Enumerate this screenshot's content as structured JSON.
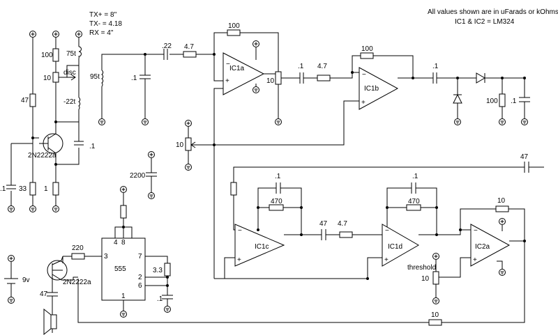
{
  "notes": {
    "tx_plus": "TX+ = 8\"",
    "tx_minus": "TX- = 4.18",
    "rx": "RX = 4\"",
    "units": "All values shown are in uFarads or kOhms",
    "ic_types": "IC1 & IC2 = LM324"
  },
  "components": {
    "r_100_left": "100",
    "r_10_disc": "10",
    "disc_label": "disc",
    "coil_75t": "75t",
    "coil_22t": "-22t",
    "r_47_left": "47",
    "q1": "2N2222a",
    "c_01_emitter": ".1",
    "c_01_left": ".1",
    "r_33": "33",
    "r_1_left": "1",
    "coil_95t": "95t",
    "c_01_in": ".1",
    "c_022": ".22",
    "r_47_in": "4.7",
    "r_100_ic1a": "100",
    "ic1a": "IC1a",
    "r_10_ic1a": "10",
    "c_01_ic1b": ".1",
    "r_47_ic1b": "4.7",
    "r_100_ic1b": "100",
    "ic1b": "IC1b",
    "c_01_det": ".1",
    "r_100_det": "100",
    "c_01_det2": ".1",
    "r_10_mid": "10",
    "c_2200": "2200",
    "c_47_fb": "47",
    "c_01_ic1c": ".1",
    "r_470_ic1c": "470",
    "ic1c": "IC1c",
    "c_47_mid": "47",
    "r_47_mid": "4.7",
    "c_01_ic1d": ".1",
    "r_470_ic1d": "470",
    "ic1d": "IC1d",
    "r_10_ic2a": "10",
    "ic2a": "IC2a",
    "threshold": "threshold",
    "r_10_thr": "10",
    "r_10_bottom": "10",
    "ic555": "555",
    "pin4": "4",
    "pin8": "8",
    "pin3": "3",
    "pin7": "7",
    "pin2": "2",
    "pin6": "6",
    "pin1": "1",
    "r_33k": "3.3",
    "c_01_555": ".1",
    "r_220": "220",
    "q2": "2N2222a",
    "c_47_spk": "47",
    "battery": "9v"
  }
}
